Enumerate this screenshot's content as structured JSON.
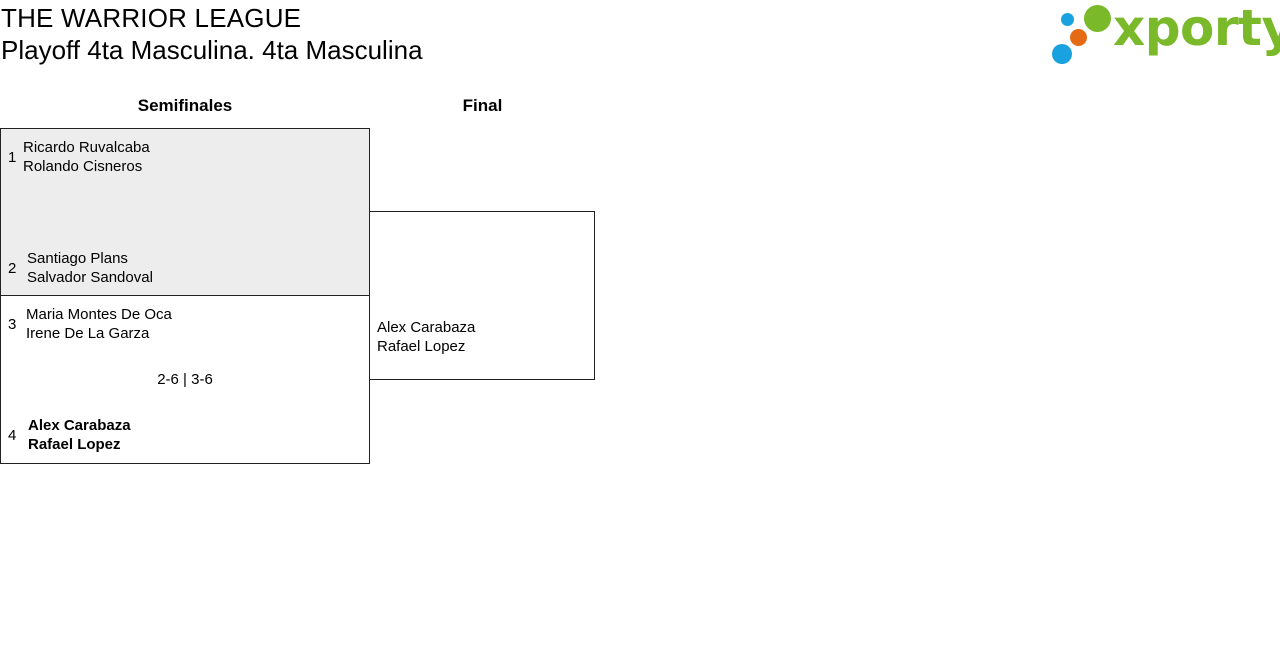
{
  "header": {
    "league_title": "THE WARRIOR LEAGUE",
    "tournament_title": "Playoff 4ta Masculina. 4ta Masculina"
  },
  "logo": {
    "text": "xporty",
    "text_color": "#7ab929",
    "dot_colors": [
      "#1aa1e0",
      "#e46a16",
      "#7ab929"
    ]
  },
  "rounds": [
    {
      "label": "Semifinales"
    },
    {
      "label": "Final"
    }
  ],
  "semifinals": [
    {
      "top": {
        "seed": "1",
        "players": [
          "Ricardo Ruvalcaba",
          "Rolando Cisneros"
        ]
      },
      "bottom": {
        "seed": "2",
        "players": [
          "Santiago Plans",
          "Salvador Sandoval"
        ]
      },
      "score": ""
    },
    {
      "top": {
        "seed": "3",
        "players": [
          "Maria Montes De Oca",
          "Irene De La Garza"
        ]
      },
      "bottom": {
        "seed": "4",
        "players": [
          "Alex Carabaza",
          "Rafael Lopez"
        ]
      },
      "score": "2-6 | 3-6"
    }
  ],
  "final": {
    "top": {
      "players": [
        "",
        ""
      ]
    },
    "bottom": {
      "players": [
        "Alex Carabaza",
        "Rafael Lopez"
      ]
    }
  }
}
